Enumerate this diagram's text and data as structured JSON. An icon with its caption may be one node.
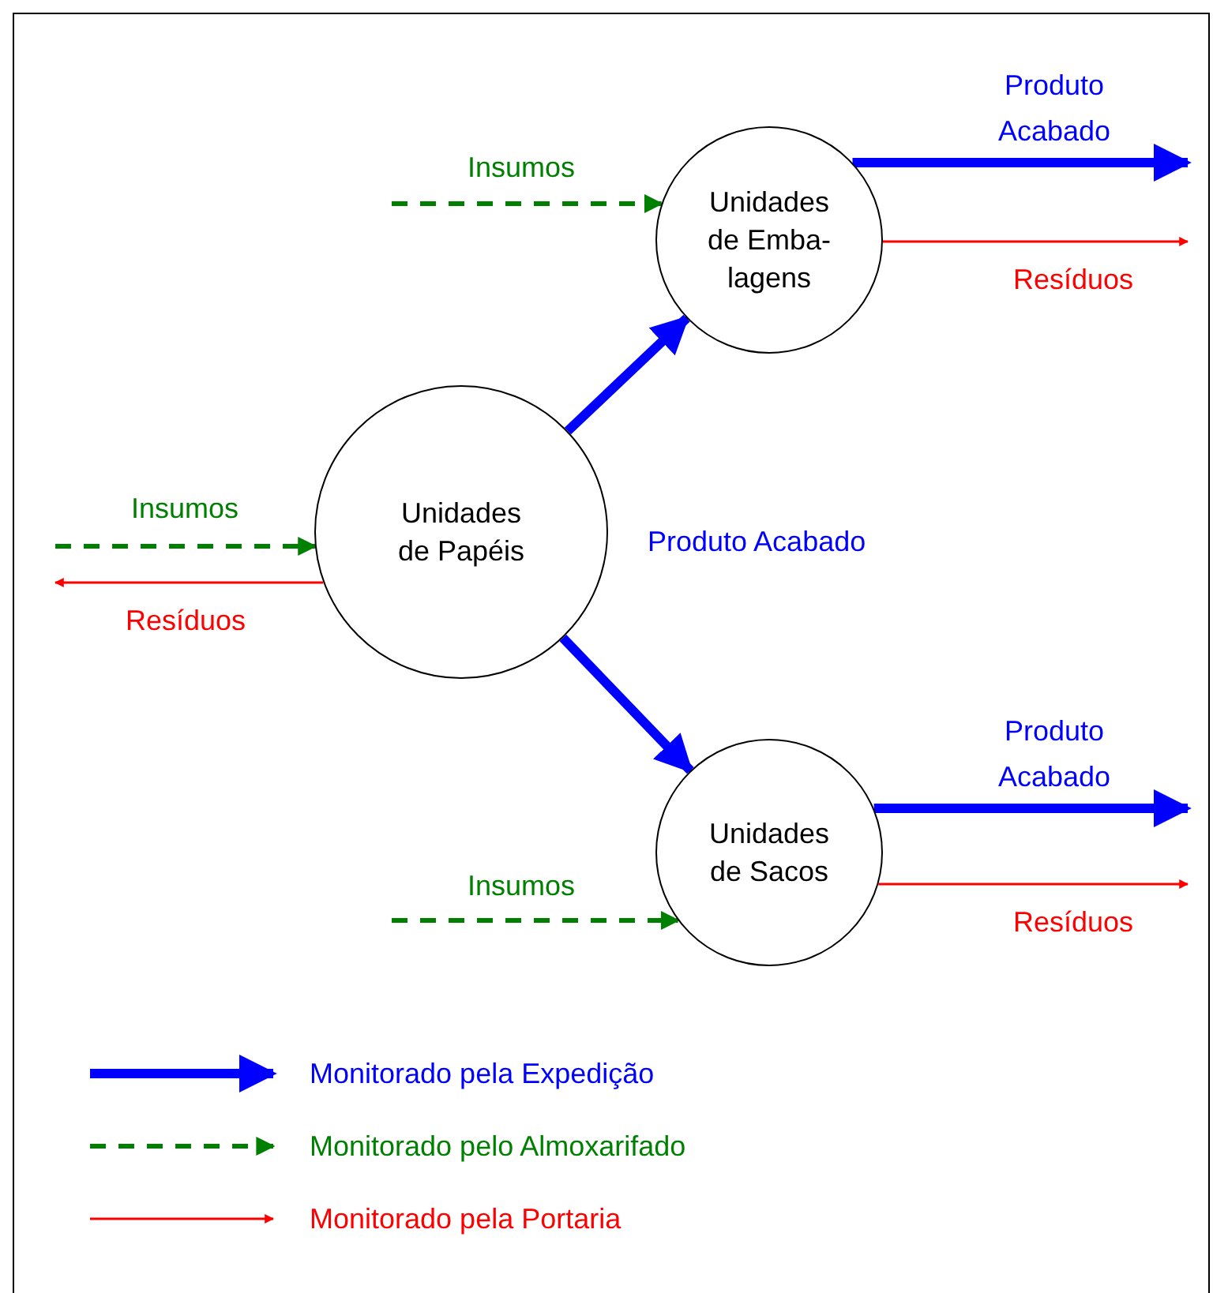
{
  "diagram": {
    "nodes": [
      {
        "text": [
          "Unidades de Papéis"
        ]
      },
      {
        "text": [
          "Unidades de Emba- lagens"
        ]
      },
      {
        "text": [
          "Unidades de Sacos"
        ]
      }
    ],
    "edges": [
      {
        "from": null,
        "to": 1,
        "arrow": "to",
        "label": "Insumos",
        "style": "dashed",
        "color": "#008000"
      },
      {
        "from": 1,
        "to": null,
        "arrow": "to",
        "label": "Produto Acabado",
        "style": "thick",
        "color": "#0000ff"
      },
      {
        "from": 1,
        "to": null,
        "arrow": "to",
        "label": "Resíduos",
        "color": "#ff0000"
      },
      {
        "from": null,
        "to": 0,
        "arrow": "to",
        "label": "Insumos",
        "style": "dashed",
        "color": "#008000"
      },
      {
        "from": 0,
        "to": null,
        "arrow": "to",
        "label": "Resíduos",
        "color": "#ff0000"
      },
      {
        "from": 0,
        "to": 1,
        "arrow": "to",
        "style": "thick",
        "color": "#0000ff"
      },
      {
        "from": 0,
        "to": 2,
        "arrow": "to",
        "style": "thick",
        "color": "#0000ff"
      },
      {
        "from": null,
        "to": 2,
        "arrow": "to",
        "label": "Insumos",
        "style": "dashed",
        "color": "#008000"
      },
      {
        "from": 2,
        "to": null,
        "arrow": "to",
        "label": "Produto Acabado",
        "style": "thick",
        "color": "#0000ff"
      },
      {
        "from": 2,
        "to": null,
        "arrow": "to",
        "label": "Resíduos",
        "color": "#ff0000"
      }
    ],
    "labels": [
      "Produto Acabado"
    ],
    "legend": [
      {
        "text": "Monitorado pela Expedição"
      },
      {
        "text": "Monitorado pelo Almoxarifado"
      },
      {
        "text": "Monitorado pela Portaria"
      }
    ]
  }
}
